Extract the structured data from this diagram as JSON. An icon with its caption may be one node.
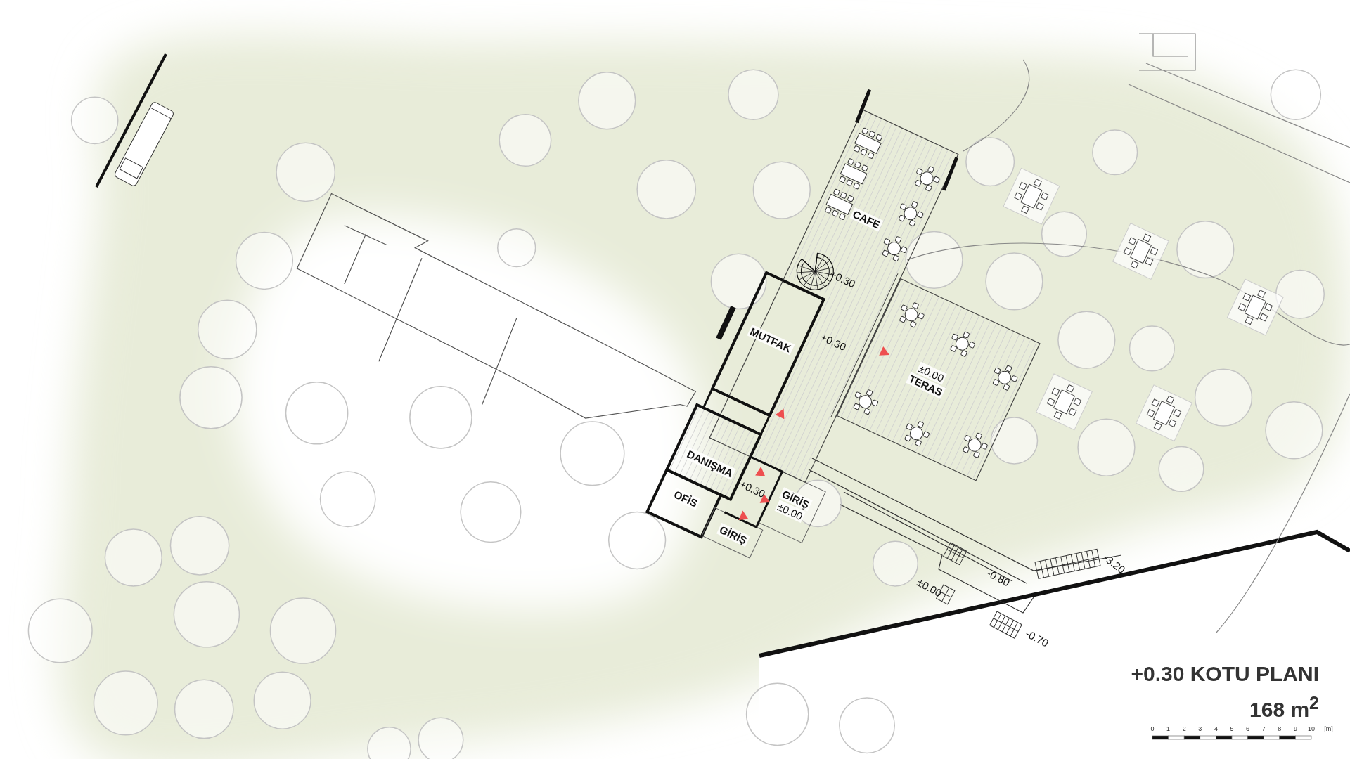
{
  "diagram": {
    "title": "+0.30 KOTU PLANI",
    "caption": "168 m$^{2}$",
    "nodes": [
      {
        "text": [
          "CAFE"
        ]
      },
      {
        "text": [
          "MUTFAK"
        ]
      },
      {
        "text": [
          "±0.00",
          "TERAS"
        ]
      },
      {
        "text": [
          "DANIŞMA"
        ]
      },
      {
        "text": [
          "OFİS"
        ]
      },
      {
        "text": [
          "GİRİŞ"
        ]
      },
      {
        "text": [
          "GİRİŞ",
          "±0.00"
        ]
      }
    ],
    "labels": [
      "+0.30",
      "+0.30",
      "+0.30",
      "-0.80",
      "-3.20",
      "±0.00",
      "-0.70",
      "0",
      "1",
      "2",
      "3",
      "4",
      "5",
      "6",
      "7",
      "8",
      "9",
      "10",
      "[m]"
    ]
  }
}
